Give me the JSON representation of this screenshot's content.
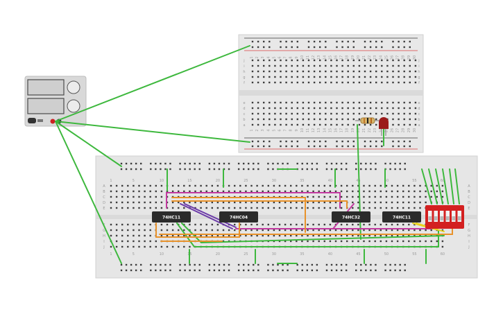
{
  "power_supply": {
    "display_top": "",
    "display_bottom": "",
    "knob_labels": [
      "",
      ""
    ]
  },
  "chips": [
    {
      "label": "74HC11"
    },
    {
      "label": "74HC04"
    },
    {
      "label": "74HC32"
    },
    {
      "label": "74HC11"
    }
  ],
  "dip_switch": {
    "positions": 6
  },
  "led": {
    "color": "#9b1b1b"
  },
  "resistor": {
    "bands": [
      "#c47a2c",
      "#222222",
      "#b5651d"
    ]
  },
  "small_board": {
    "column_numbers": [
      "1",
      "2",
      "3",
      "4",
      "5",
      "6",
      "7",
      "8",
      "9",
      "10",
      "11",
      "12",
      "13",
      "14",
      "15",
      "16",
      "17",
      "18",
      "19",
      "20",
      "21",
      "22",
      "23",
      "24",
      "25",
      "26",
      "27",
      "28",
      "29",
      "30"
    ],
    "row_letters_top": [
      "j",
      "i",
      "h",
      "g",
      "f"
    ],
    "row_letters_bottom": [
      "e",
      "d",
      "c",
      "b",
      "a"
    ]
  },
  "large_board": {
    "column_numbers": [
      "1",
      "5",
      "10",
      "15",
      "20",
      "25",
      "30",
      "35",
      "40",
      "45",
      "50",
      "55",
      "60"
    ],
    "row_letters_top": [
      "A",
      "B",
      "C",
      "D",
      "E"
    ],
    "row_letters_bottom": [
      "F",
      "G",
      "H",
      "I",
      "J"
    ]
  },
  "colors": {
    "wire_green": "#3db83d",
    "wire_orange": "#e8922a",
    "wire_magenta": "#c23aa0",
    "wire_purple": "#6b3aa8",
    "wire_yellow": "#e8d21e",
    "board": "#e6e6e6",
    "chip": "#2b2b2b",
    "dip": "#d32020",
    "rail_red": "#d84040",
    "rail_blue": "#3a3a3a"
  }
}
